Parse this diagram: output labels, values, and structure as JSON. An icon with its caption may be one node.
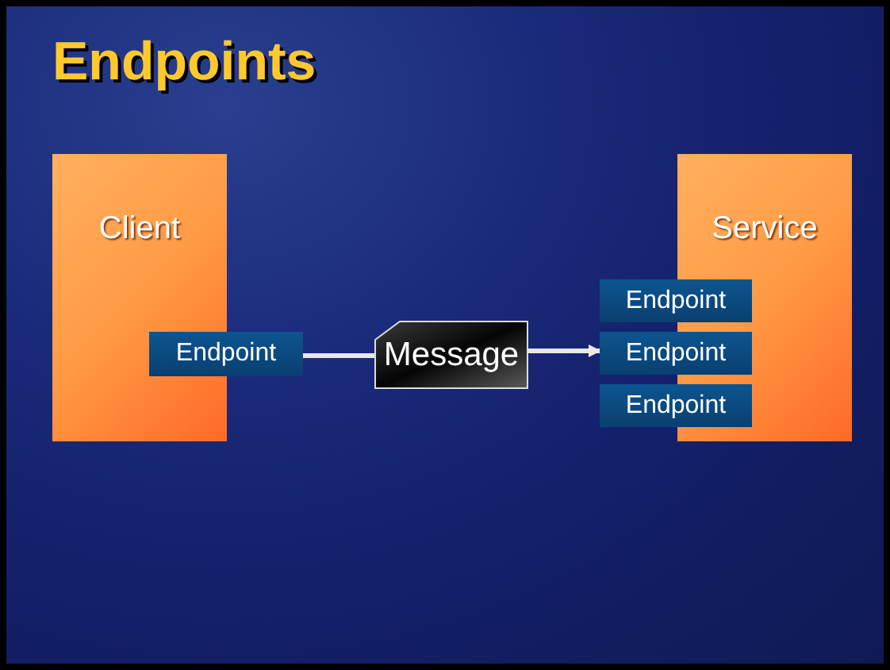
{
  "diagram": {
    "title": "Endpoints",
    "nodes": [
      {
        "text": [
          "Client"
        ]
      },
      {
        "text": [
          "Endpoint"
        ]
      },
      {
        "text": [
          "Message"
        ]
      },
      {
        "text": [
          "Service"
        ]
      },
      {
        "text": [
          "Endpoint"
        ]
      },
      {
        "text": [
          "Endpoint"
        ]
      },
      {
        "text": [
          "Endpoint"
        ]
      }
    ],
    "edges": [
      {
        "from": 1,
        "to": 2,
        "arrow": "none"
      },
      {
        "from": 2,
        "to": 5,
        "arrow": "to"
      }
    ]
  }
}
